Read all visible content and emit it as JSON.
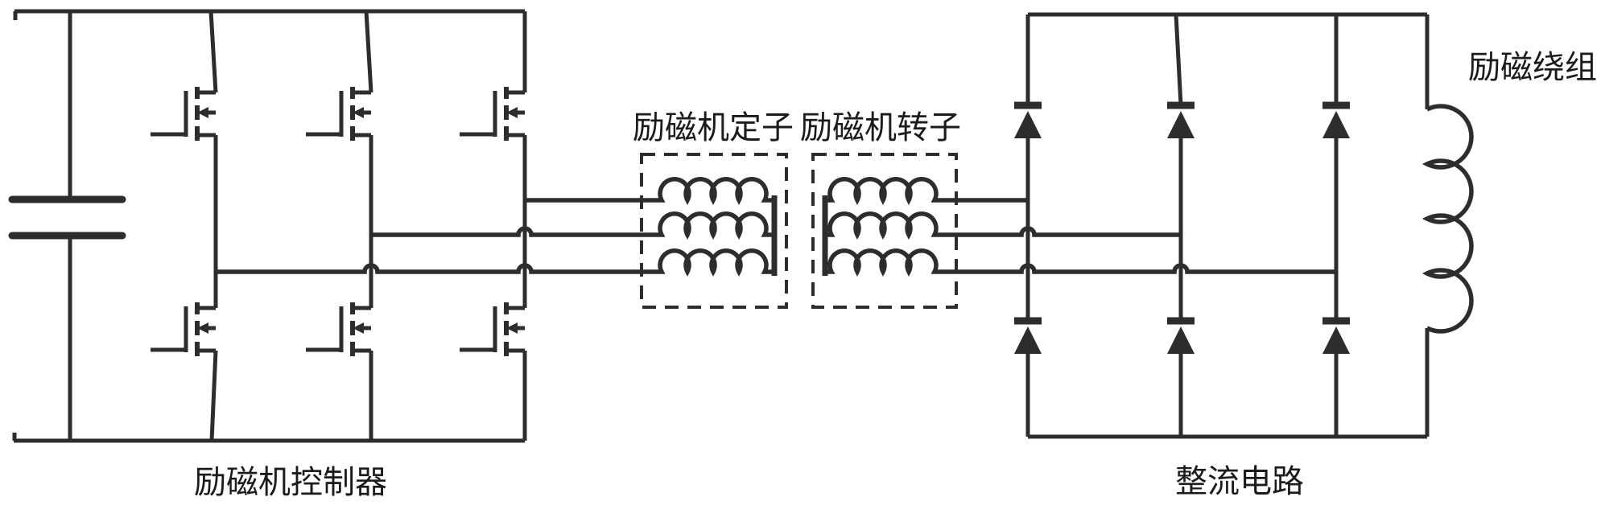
{
  "labels": {
    "controller": "励磁机控制器",
    "stator": "励磁机定子",
    "rotor": "励磁机转子",
    "rectifier": "整流电路",
    "field_winding": "励磁绕组"
  },
  "components": {
    "capacitor_count": "1",
    "mosfet_count": "6",
    "diode_count": "6",
    "stator_coil_count": "3",
    "rotor_coil_count": "3",
    "field_winding_count": "1"
  },
  "colors": {
    "ink": "#2d2d2d",
    "text": "#1b1b1b",
    "background": "#ffffff"
  }
}
